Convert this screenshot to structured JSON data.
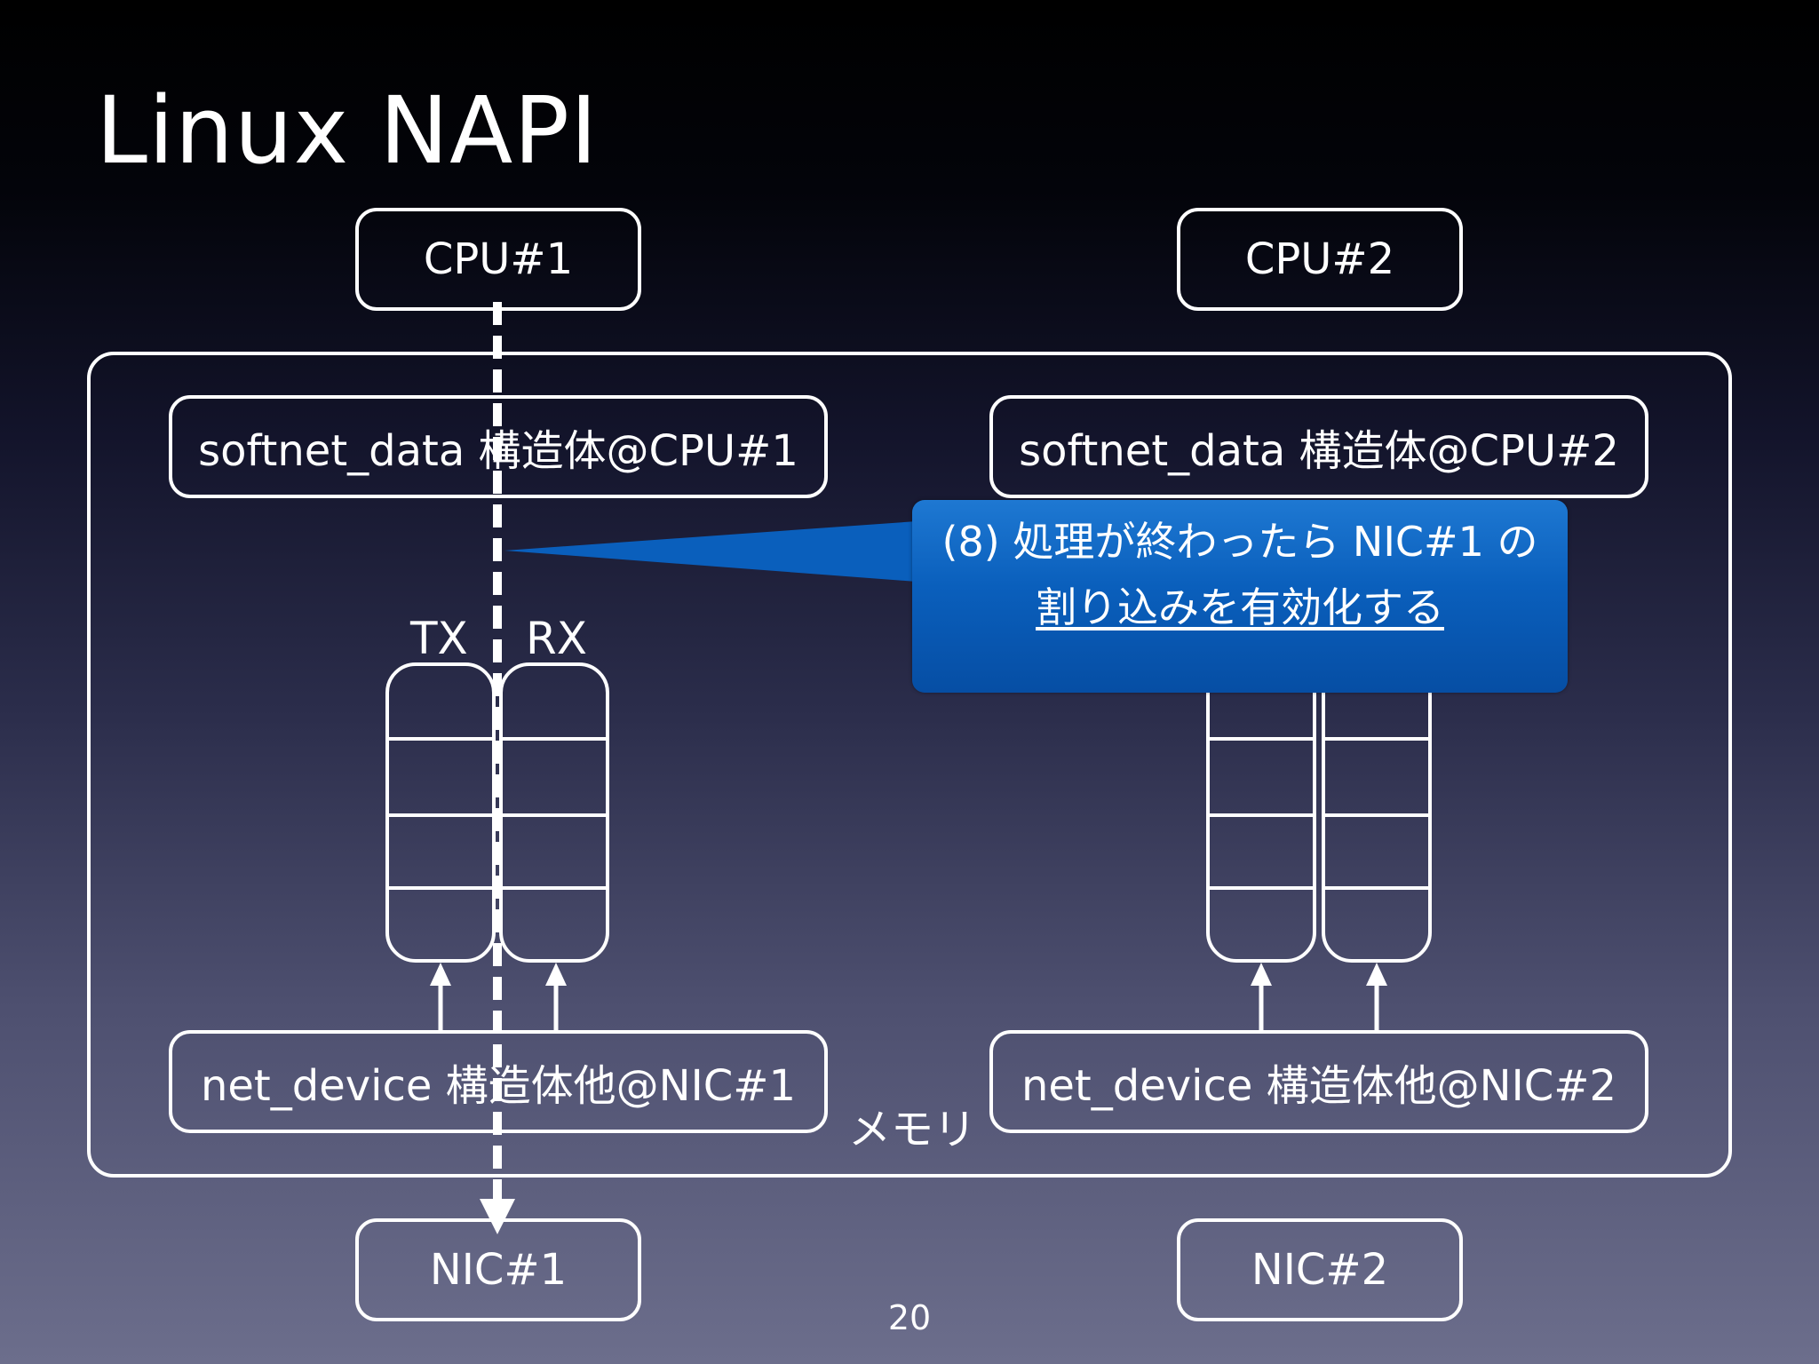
{
  "slide": {
    "title": "Linux NAPI",
    "page_number": "20"
  },
  "diagram": {
    "cpu1": "CPU#1",
    "cpu2": "CPU#2",
    "nic1": "NIC#1",
    "nic2": "NIC#2",
    "memory_label": "メモリ",
    "softnet1": "softnet_data 構造体@CPU#1",
    "softnet2": "softnet_data 構造体@CPU#2",
    "netdev1": "net_device 構造体他@NIC#1",
    "netdev2": "net_device 構造体他@NIC#2",
    "tx_label": "TX",
    "rx_label": "RX"
  },
  "callout": {
    "line1": "(8) 処理が終わったら NIC#1 の",
    "line2": "割り込みを有効化する",
    "color": "#0a5fbc"
  }
}
